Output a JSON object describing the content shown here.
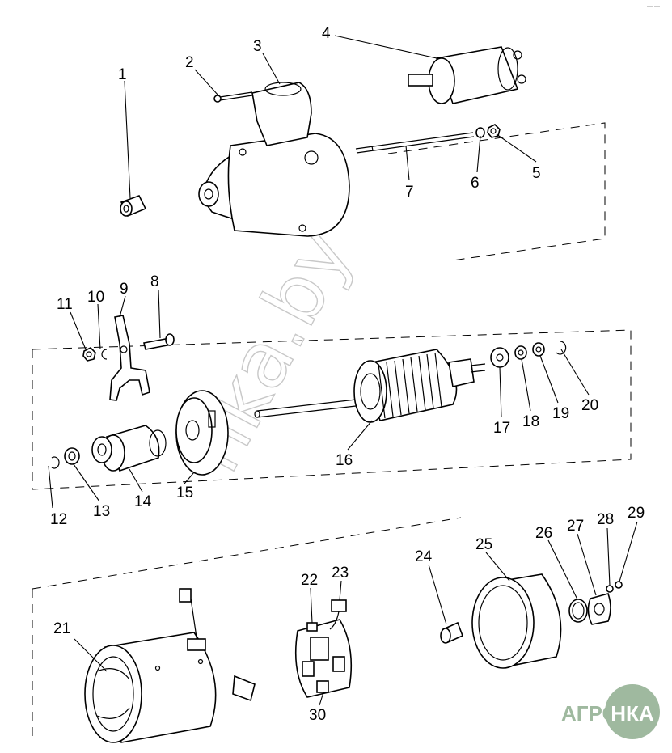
{
  "diagram": {
    "labels": [
      "1",
      "2",
      "3",
      "4",
      "5",
      "6",
      "7",
      "8",
      "9",
      "10",
      "11",
      "12",
      "13",
      "14",
      "15",
      "16",
      "17",
      "18",
      "19",
      "20",
      "21",
      "22",
      "23",
      "24",
      "25",
      "26",
      "27",
      "28",
      "29",
      "30"
    ]
  },
  "watermark": {
    "text": "nka.by",
    "color": "#c8c8c8"
  },
  "logo": {
    "left": "АГРО",
    "right": "НКА",
    "circle_color": "#9fb99f",
    "text_color": "#9fb99f"
  },
  "corner_text": "— —"
}
